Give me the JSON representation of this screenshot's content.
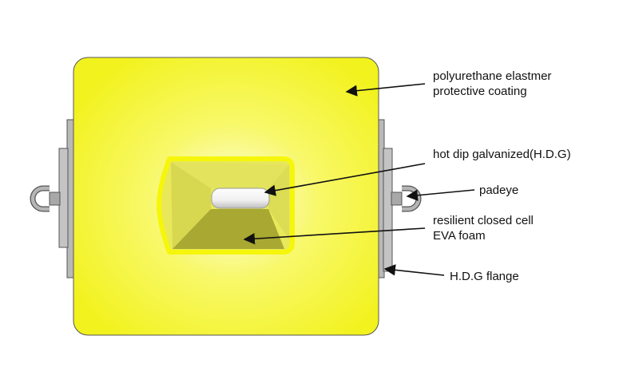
{
  "labels": {
    "coating_line1": "polyurethane elastmer",
    "coating_line2": "protective coating",
    "galvanized": "hot dip galvanized(H.D.G)",
    "padeye": "padeye",
    "foam_line1": "resilient closed cell",
    "foam_line2": "EVA foam",
    "flange": "H.D.G flange"
  },
  "colors": {
    "coating_center": "#fdfde8",
    "coating_edge": "#f2f21e",
    "foam_light": "#e8e85a",
    "foam_mid": "#c9c948",
    "foam_dark": "#a8a832",
    "flange": "#b9b9b9",
    "padeye": "#a8a8a8"
  }
}
